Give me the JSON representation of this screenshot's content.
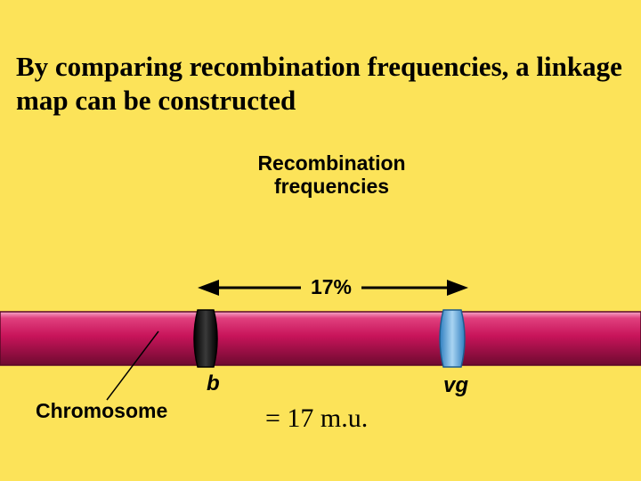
{
  "slide": {
    "title": "By comparing recombination frequencies, a linkage map can be constructed"
  },
  "diagram": {
    "heading_line1": "Recombination",
    "heading_line2": "frequencies",
    "distance_label": "17%",
    "genes": [
      {
        "symbol": "b",
        "band_color": "#111111"
      },
      {
        "symbol": "vg",
        "band_color": "#5BA7DA"
      }
    ],
    "chromosome_label": "Chromosome",
    "chromosome_color": "#C8145A"
  },
  "equation": "= 17 m.u."
}
